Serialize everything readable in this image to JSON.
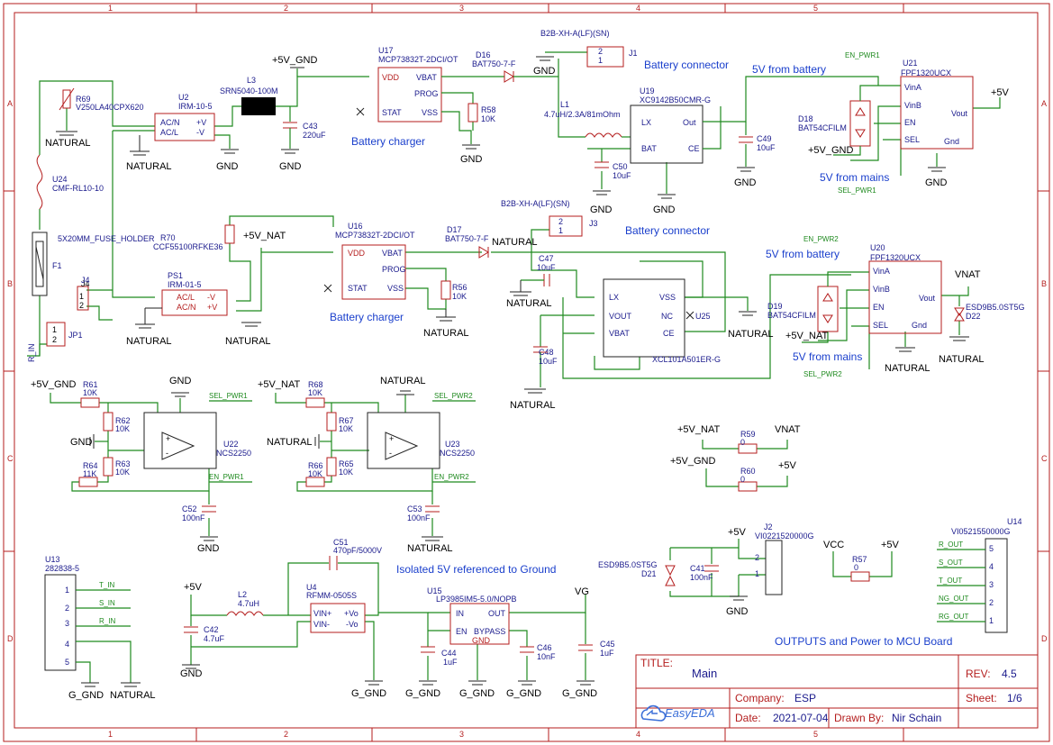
{
  "colors": {
    "border": "#b41e1e",
    "wire": "#1f8a1f",
    "text_blue": "#1a1a8c",
    "label_blue": "#1a3fcc"
  },
  "grid": {
    "cols": [
      "1",
      "2",
      "3",
      "4",
      "5"
    ],
    "rows": [
      "A",
      "B",
      "C",
      "D"
    ]
  },
  "labels": {
    "battery_charger": "Battery charger",
    "battery_connector": "Battery connector",
    "from_battery": "5V from battery",
    "from_mains": "5V from mains",
    "isolated": "Isolated 5V referenced to Ground",
    "outputs": "OUTPUTS and Power to MCU Board"
  },
  "nets": {
    "v5_gnd": "+5V_GND",
    "v5_nat": "+5V_NAT",
    "gnd": "GND",
    "natural": "NATURAL",
    "vnat": "VNAT",
    "v5": "+5V",
    "g_gnd": "G_GND",
    "vg": "VG",
    "vcc": "VCC",
    "en_pwr1": "EN_PWR1",
    "en_pwr2": "EN_PWR2",
    "sel_pwr1": "SEL_PWR1",
    "sel_pwr2": "SEL_PWR2",
    "r_in": "R_IN",
    "t_in": "T_IN",
    "s_in": "S_IN",
    "r_out": "R_OUT",
    "s_out": "S_OUT",
    "t_out": "T_OUT",
    "ng_out": "NG_OUT",
    "rg_out": "RG_OUT"
  },
  "parts": {
    "r69": {
      "ref": "R69",
      "val": "V250LA40CPX620"
    },
    "u2": {
      "ref": "U2",
      "val": "IRM-10-5"
    },
    "l3": {
      "ref": "L3",
      "val": "SRN5040-100M"
    },
    "c43": {
      "ref": "C43",
      "val": "220uF"
    },
    "u17": {
      "ref": "U17",
      "val": "MCP73832T-2DCI/OT"
    },
    "d16": {
      "ref": "D16",
      "val": "BAT750-7-F"
    },
    "j1": {
      "ref": "J1",
      "val": "B2B-XH-A(LF)(SN)"
    },
    "r58": {
      "ref": "R58",
      "val": "10K"
    },
    "l1": {
      "ref": "L1",
      "val": "4.7uH/2.3A/81mOhm"
    },
    "u19": {
      "ref": "U19",
      "val": "XC9142B50CMR-G"
    },
    "c50": {
      "ref": "C50",
      "val": "10uF"
    },
    "c49": {
      "ref": "C49",
      "val": "10uF"
    },
    "u21": {
      "ref": "U21",
      "val": "FPF1320UCX"
    },
    "d18": {
      "ref": "D18",
      "val": "BAT54CFILM"
    },
    "u24": {
      "ref": "U24",
      "val": "CMF-RL10-10"
    },
    "f1": {
      "ref": "F1",
      "val": "5X20MM_FUSE_HOLDER"
    },
    "r70": {
      "ref": "R70",
      "val": "CCF55100RFKE36"
    },
    "u16": {
      "ref": "U16",
      "val": "MCP73832T-2DCI/OT"
    },
    "d17": {
      "ref": "D17",
      "val": "BAT750-7-F"
    },
    "j3": {
      "ref": "J3",
      "val": "B2B-XH-A(LF)(SN)"
    },
    "c47": {
      "ref": "C47",
      "val": "10uF"
    },
    "r56": {
      "ref": "R56",
      "val": "10K"
    },
    "ps1": {
      "ref": "PS1",
      "val": "IRM-01-5"
    },
    "j4": {
      "ref": "J4",
      "val": ""
    },
    "jp1": {
      "ref": "JP1",
      "val": ""
    },
    "c48": {
      "ref": "C48",
      "val": "10uF"
    },
    "u25": {
      "ref": "U25",
      "val": "XCL101A501ER-G"
    },
    "u20": {
      "ref": "U20",
      "val": "FPF1320UCX"
    },
    "d19": {
      "ref": "D19",
      "val": "BAT54CFILM"
    },
    "d22": {
      "ref": "D22",
      "val": "ESD9B5.0ST5G"
    },
    "r61": {
      "ref": "R61",
      "val": "10K"
    },
    "r62": {
      "ref": "R62",
      "val": "10K"
    },
    "r63": {
      "ref": "R63",
      "val": "10K"
    },
    "r64": {
      "ref": "R64",
      "val": "11K"
    },
    "u22": {
      "ref": "U22",
      "val": "NCS2250"
    },
    "c52": {
      "ref": "C52",
      "val": "100nF"
    },
    "r68": {
      "ref": "R68",
      "val": "10K"
    },
    "r67": {
      "ref": "R67",
      "val": "10K"
    },
    "r65": {
      "ref": "R65",
      "val": "10K"
    },
    "r66": {
      "ref": "R66",
      "val": "10K"
    },
    "u23": {
      "ref": "U23",
      "val": "NCS2250"
    },
    "c53": {
      "ref": "C53",
      "val": "100nF"
    },
    "r59": {
      "ref": "R59",
      "val": "0"
    },
    "r60": {
      "ref": "R60",
      "val": "0"
    },
    "u13": {
      "ref": "U13",
      "val": "282838-5"
    },
    "c42": {
      "ref": "C42",
      "val": "4.7uF"
    },
    "l2": {
      "ref": "L2",
      "val": "4.7uH"
    },
    "u4": {
      "ref": "U4",
      "val": "RFMM-0505S"
    },
    "c51": {
      "ref": "C51",
      "val": "470pF/5000V"
    },
    "u15": {
      "ref": "U15",
      "val": "LP3985IM5-5.0/NOPB"
    },
    "c44": {
      "ref": "C44",
      "val": "1uF"
    },
    "c46": {
      "ref": "C46",
      "val": "10nF"
    },
    "c45": {
      "ref": "C45",
      "val": "1uF"
    },
    "j2": {
      "ref": "J2",
      "val": "VI0221520000G"
    },
    "c41": {
      "ref": "C41",
      "val": "100nF"
    },
    "d21": {
      "ref": "D21",
      "val": "ESD9B5.0ST5G"
    },
    "r57": {
      "ref": "R57",
      "val": "0"
    },
    "u14": {
      "ref": "U14",
      "val": "VI0521550000G"
    }
  },
  "title_block": {
    "title_label": "TITLE:",
    "title": "Main",
    "rev_label": "REV:",
    "rev": "4.5",
    "company_label": "Company:",
    "company": "ESP",
    "sheet_label": "Sheet:",
    "sheet": "1/6",
    "date_label": "Date:",
    "date": "2021-07-04",
    "drawn_label": "Drawn By:",
    "drawn": "Nir Schain",
    "logo": "EasyEDA"
  }
}
